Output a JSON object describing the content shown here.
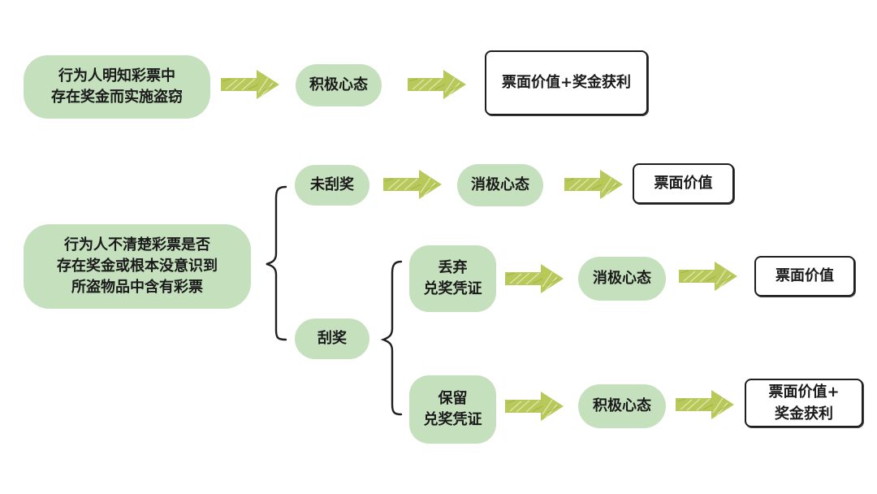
{
  "colors": {
    "node_fill": "#c5e0bd",
    "arrow_fill": "#b8c95a",
    "outcome_border": "#1e1e1e",
    "text": "#1a1a1a"
  },
  "scenario1": {
    "condition": "行为人明知彩票中\n存在奖金而实施盗窃",
    "mindset": "积极心态",
    "result": "票面价值+奖金获利"
  },
  "scenario2": {
    "condition": "行为人不清楚彩票是否\n存在奖金或根本没意识到\n所盗物品中含有彩票",
    "branch_unscratched": {
      "label": "未刮奖",
      "mindset": "消极心态",
      "result": "票面价值"
    },
    "branch_scratched": {
      "label": "刮奖",
      "sub_discard": {
        "label": "丢弃\n兑奖凭证",
        "mindset": "消极心态",
        "result": "票面价值"
      },
      "sub_keep": {
        "label": "保留\n兑奖凭证",
        "mindset": "积极心态",
        "result": "票面价值+\n奖金获利"
      }
    }
  }
}
